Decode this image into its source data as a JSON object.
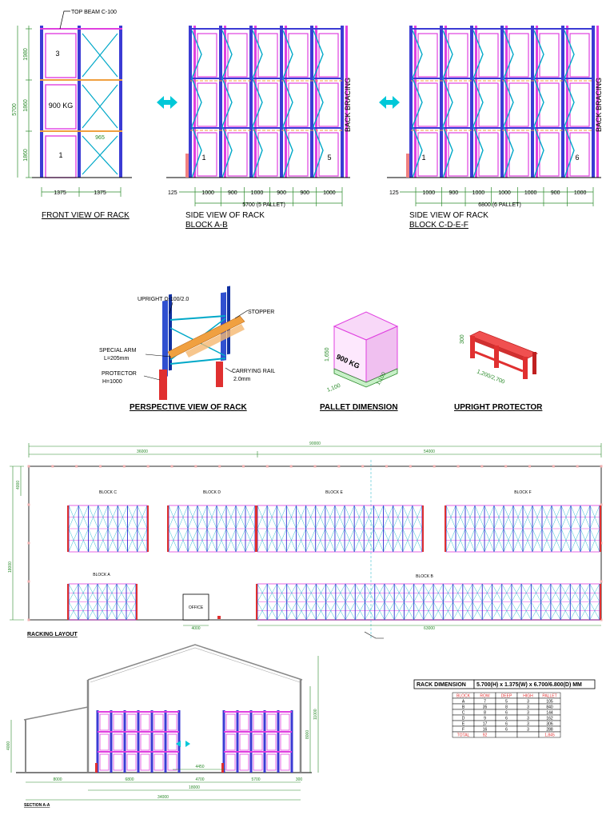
{
  "front_view": {
    "top_beam": "TOP BEAM C-100",
    "levels": [
      "3",
      "900 KG",
      "1"
    ],
    "heights": [
      "1980",
      "1860",
      "1860"
    ],
    "total_height": "5700",
    "widths": [
      "1375",
      "1375"
    ],
    "gap": "965",
    "title": "FRONT VIEW OF RACK"
  },
  "side_ab": {
    "title": "SIDE VIEW OF RACK",
    "subtitle": "BLOCK A-B",
    "offset": "125",
    "bays": [
      "1000",
      "900",
      "1000",
      "900",
      "900",
      "1000"
    ],
    "total": "5700 (5 PALLET)",
    "first": "1",
    "last": "5",
    "bracing": "BACK BRACING"
  },
  "side_cf": {
    "title": "SIDE VIEW OF RACK",
    "subtitle": "BLOCK C-D-E-F",
    "offset": "125",
    "bays": [
      "1000",
      "900",
      "1000",
      "1000",
      "1000",
      "900",
      "1000"
    ],
    "total": "6800 (6 PALLET)",
    "first": "1",
    "last": "6",
    "bracing": "BACK BRACING"
  },
  "perspective": {
    "upright": "UPRIGHT Ω-100/2.0",
    "stopper": "STOPPER",
    "arm": "SPECIAL ARM",
    "arm_len": "L=205mm",
    "protector": "PROTECTOR",
    "protector_h": "H=1000",
    "rail": "CARRYING RAIL",
    "rail_t": "2.0mm",
    "title": "PERSPECTIVE VIEW OF RACK"
  },
  "pallet": {
    "load": "900 KG",
    "h": "1,650",
    "w": "1,100",
    "d": "1,100",
    "title": "PALLET DIMENSION"
  },
  "protector": {
    "h": "300",
    "l": "1,200/2,700",
    "title": "UPRIGHT PROTECTOR"
  },
  "layout": {
    "total_w": "90000",
    "w1": "36000",
    "w2": "54000",
    "h1": "4000",
    "h2": "18000",
    "blocks": [
      {
        "name": "BLOCK C"
      },
      {
        "name": "BLOCK D"
      },
      {
        "name": "BLOCK E"
      },
      {
        "name": "BLOCK F"
      },
      {
        "name": "BLOCK A"
      },
      {
        "name": "BLOCK B"
      }
    ],
    "office": "OFFICE",
    "office_w": "4000",
    "b_len": "63000",
    "title": "RACKING LAYOUT"
  },
  "section": {
    "title": "SECTION A-A",
    "eave_h": "4000",
    "h1": "8000",
    "h2": "11000",
    "aisle": "4450",
    "bottom_dims": [
      "8000",
      "6800",
      "4700",
      "5700",
      "300"
    ],
    "b_mid": "18000",
    "b_total": "34000"
  },
  "rack_table": {
    "caption": "RACK DIMENSION",
    "spec": "5.700(H) x 1.375(W) x 6.700/6.800(D) MM",
    "headers": [
      "BLOCK",
      "ROW",
      "DEEP",
      "HIGH",
      "PALLET"
    ],
    "rows": [
      [
        "A",
        "7",
        "5",
        "3",
        "105"
      ],
      [
        "B",
        "35",
        "8",
        "3",
        "840"
      ],
      [
        "C",
        "8",
        "6",
        "3",
        "144"
      ],
      [
        "D",
        "9",
        "6",
        "3",
        "162"
      ],
      [
        "E",
        "17",
        "6",
        "3",
        "306"
      ],
      [
        "F",
        "16",
        "6",
        "3",
        "288"
      ]
    ],
    "total_label": "TOTAL",
    "total_row": "92",
    "total_pallet": "1,845"
  },
  "colors": {
    "upright": "#3b3bd4",
    "beam": "#e040e0",
    "bracing": "#00a8c8",
    "dim": "#2a8a2a",
    "protector": "#e03030",
    "orange": "#f0a040"
  }
}
